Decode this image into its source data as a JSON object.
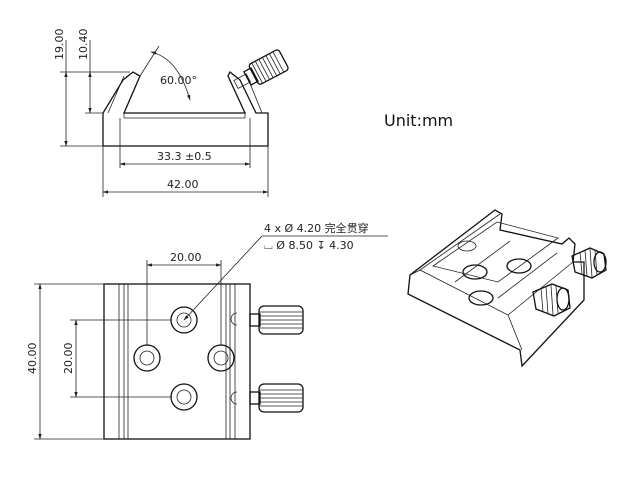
{
  "unit_label": "Unit:mm",
  "front_view": {
    "dim_height_total": "19.00",
    "dim_height_inner": "10.40",
    "dim_angle": "60.00°",
    "dim_slot_width": "33.3 ±0.5",
    "dim_overall_width": "42.00"
  },
  "top_view": {
    "hole_callout_line1": "4 x Ø 4.20 完全贯穿",
    "hole_callout_line2": "⌴ Ø 8.50 ↧ 4.30",
    "dim_hole_spacing_x": "20.00",
    "dim_hole_spacing_y": "20.00",
    "dim_body_height": "40.00"
  },
  "colors": {
    "line": "#222222",
    "background": "#ffffff"
  }
}
